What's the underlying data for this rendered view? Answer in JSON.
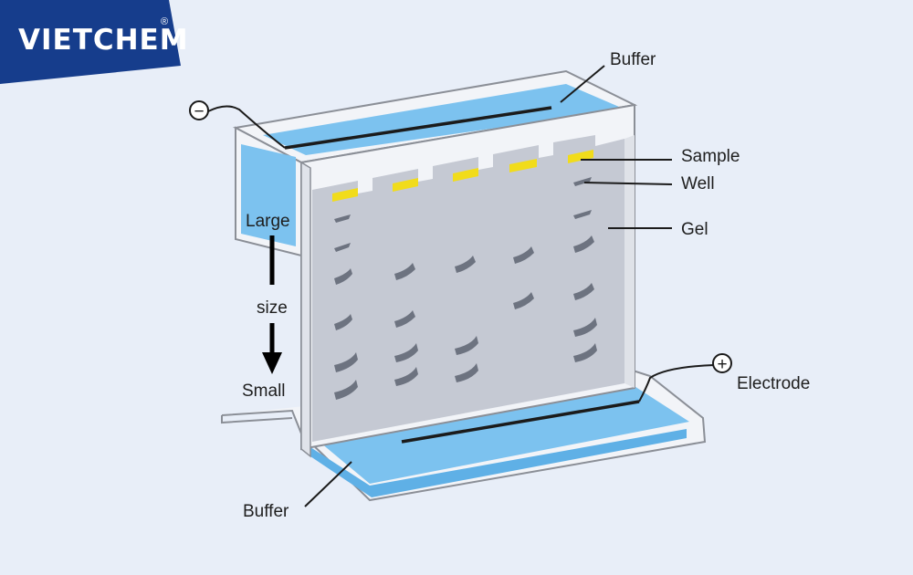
{
  "logo": {
    "text": "VIETCHEM",
    "registered": "®"
  },
  "labels": {
    "buffer_top": "Buffer",
    "sample": "Sample",
    "well": "Well",
    "gel": "Gel",
    "electrode": "Electrode",
    "buffer_bottom": "Buffer",
    "large": "Large",
    "size": "size",
    "small": "Small",
    "negative": "−",
    "positive": "+"
  },
  "colors": {
    "background": "#e8eef8",
    "logo_bg": "#163d8c",
    "buffer": "#7cc2ef",
    "gel": "#c5c9d3",
    "band": "#6d7380",
    "sample": "#f1dc1b",
    "frame": "#f2f4f8",
    "frame_stroke": "#8b8f97"
  }
}
